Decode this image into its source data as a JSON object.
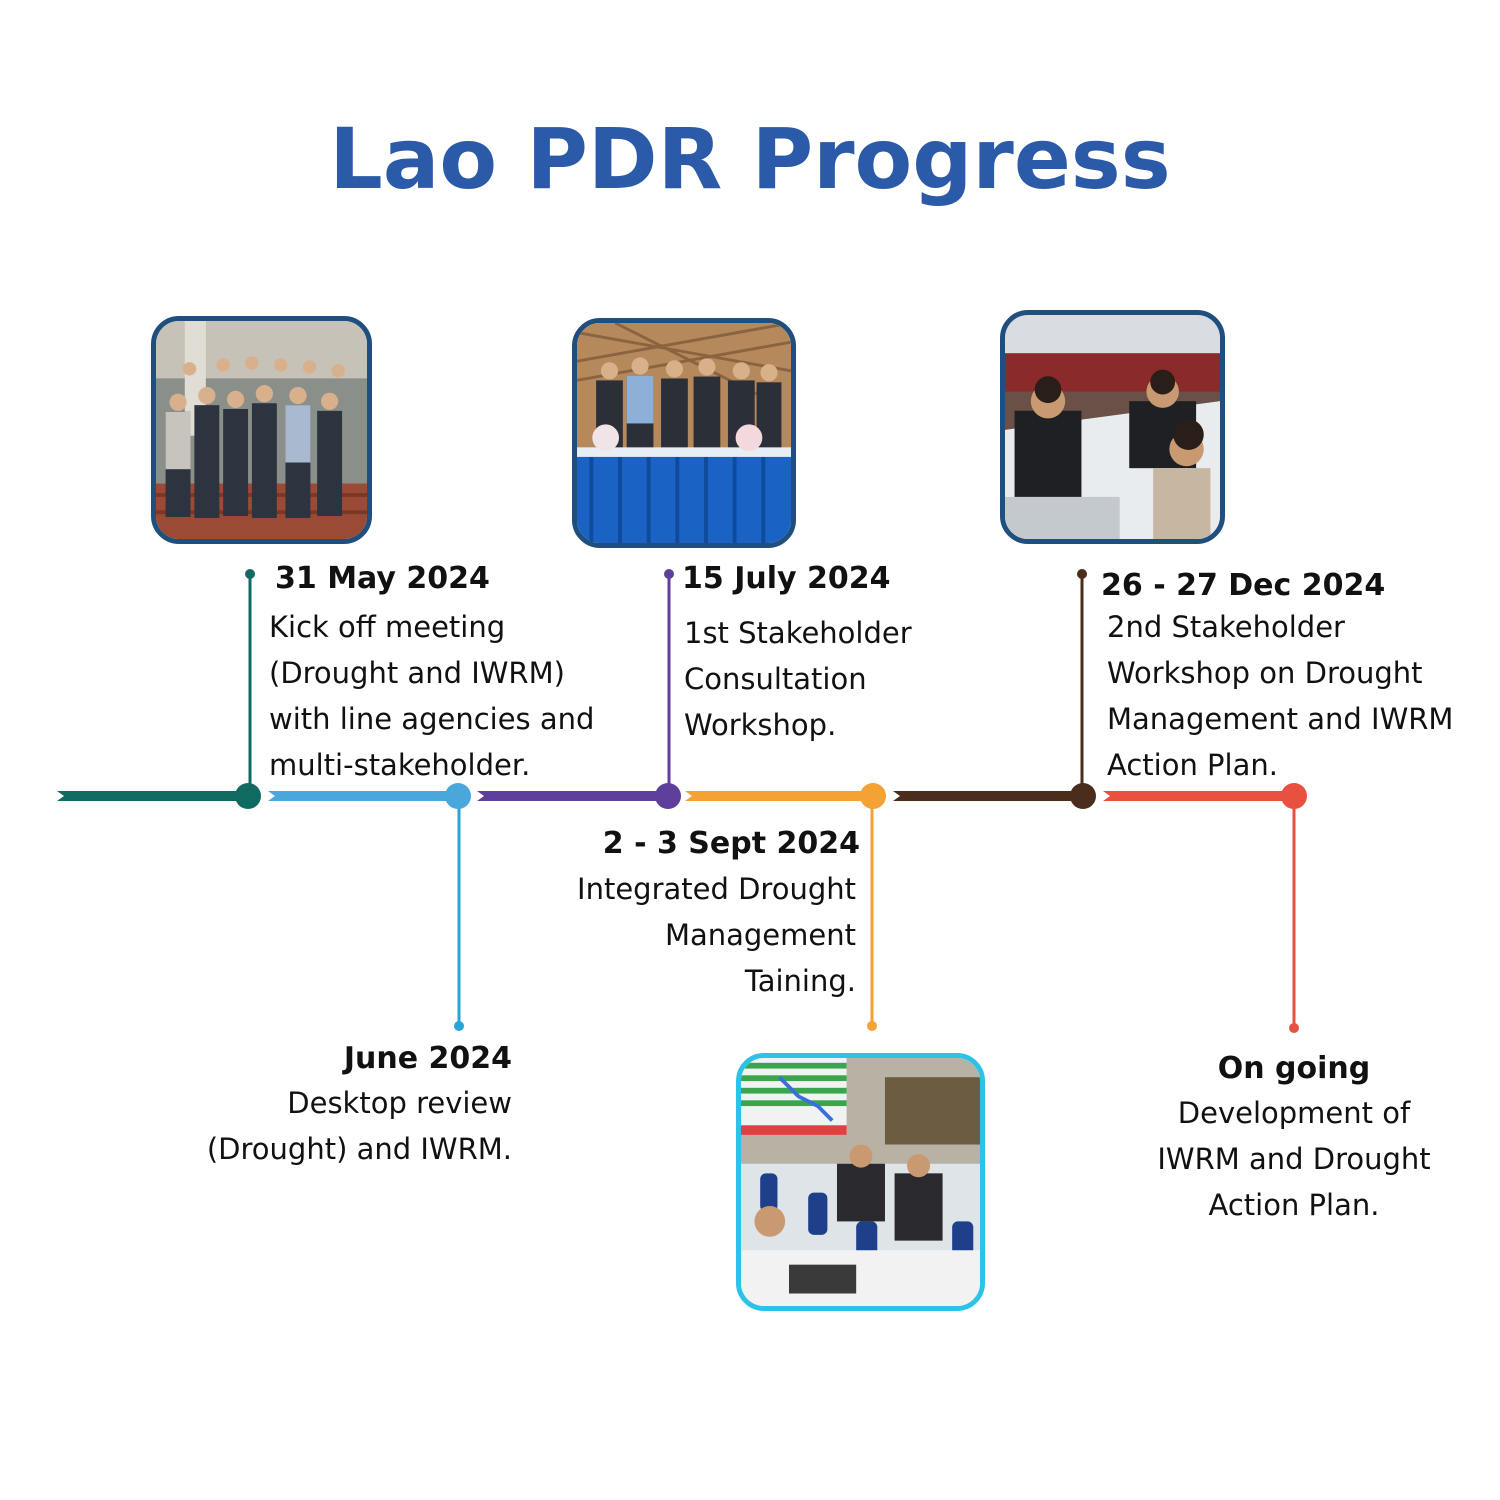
{
  "title": "Lao PDR Progress",
  "colors": {
    "title": "#2a5aa8",
    "seg_teal": "#0f6b62",
    "seg_lightblue": "#4aa7dc",
    "seg_purple": "#5e3f9a",
    "seg_orange": "#f4a233",
    "seg_brown": "#4a2e1b",
    "seg_red": "#e8503f"
  },
  "milestones": [
    {
      "date": "31 May 2024",
      "description": [
        "Kick off meeting",
        "(Drought and IWRM)",
        "with line agencies and",
        "multi-stakeholder."
      ],
      "photo": "group-photo-icon"
    },
    {
      "date": "June 2024",
      "description": [
        "Desktop review",
        "(Drought) and IWRM."
      ]
    },
    {
      "date": "15 July 2024",
      "description": [
        "1st Stakeholder",
        "Consultation",
        "Workshop."
      ],
      "photo": "signing-ceremony-photo-icon"
    },
    {
      "date": "2 - 3 Sept 2024",
      "description": [
        "Integrated Drought",
        "Management",
        "Taining."
      ],
      "photo": "training-room-photo-icon"
    },
    {
      "date": "26 - 27 Dec 2024",
      "description": [
        "2nd Stakeholder",
        "Workshop on Drought",
        "Management and IWRM",
        "Action Plan."
      ],
      "photo": "workshop-table-photo-icon"
    },
    {
      "date": "On going",
      "description": [
        "Development of",
        "IWRM and Drought",
        "Action Plan."
      ]
    }
  ]
}
